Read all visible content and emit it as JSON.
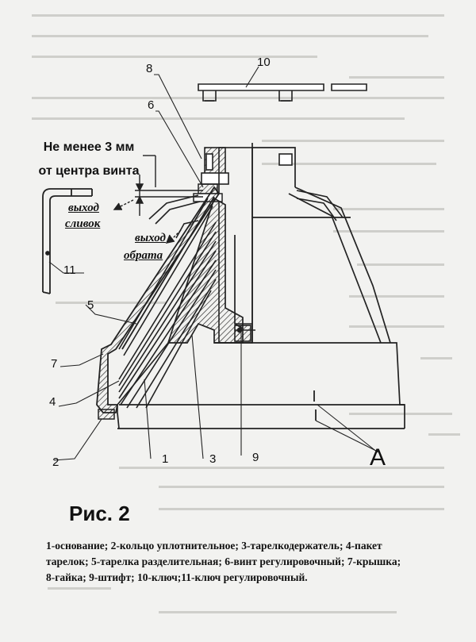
{
  "callouts": {
    "min_distance_line1": "Не менее 3 мм",
    "min_distance_line2": "от центра винта",
    "cream_outlet_line1": "выход",
    "cream_outlet_line2": "сливок",
    "skim_outlet_line1": "выход",
    "skim_outlet_line2": "обрата"
  },
  "part_numbers": {
    "n1": "1",
    "n2": "2",
    "n3": "3",
    "n4": "4",
    "n5": "5",
    "n6": "6",
    "n7": "7",
    "n8": "8",
    "n9": "9",
    "n10": "10",
    "n11": "11",
    "view_a": "A"
  },
  "figure": {
    "title": "Рис. 2",
    "legend_line1": "1-основание; 2-кольцо уплотнительное; 3-тарелкодержатель; 4-пакет",
    "legend_line2": "тарелок; 5-тарелка разделительная; 6-винт регулировочный; 7-крышка;",
    "legend_line3": "8-гайка; 9-штифт; 10-ключ;11-ключ регулировочный."
  }
}
